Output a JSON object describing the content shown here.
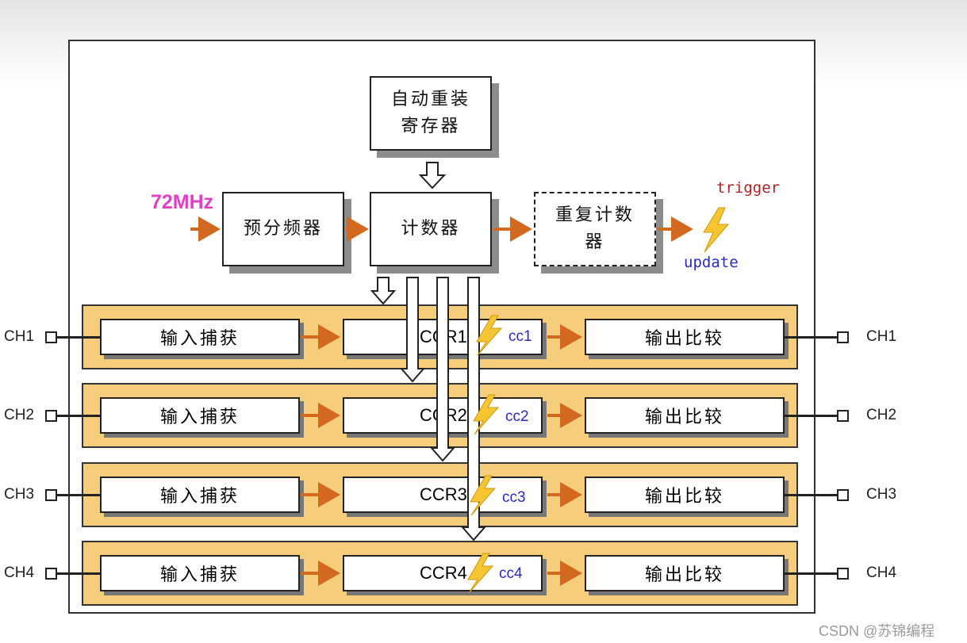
{
  "source_freq": "72MHz",
  "blocks": {
    "reload_line1": "自动重装",
    "reload_line2": "寄存器",
    "prescaler": "预分频器",
    "counter": "计数器",
    "repeat_line1": "重复计数",
    "repeat_line2": "器"
  },
  "trigger_label": "trigger",
  "update_label": "update",
  "channels": [
    {
      "left": "CH1",
      "input": "输入捕获",
      "ccr": "CCR1",
      "cc": "cc1",
      "output": "输出比较",
      "right": "CH1"
    },
    {
      "left": "CH2",
      "input": "输入捕获",
      "ccr": "CCR2",
      "cc": "cc2",
      "output": "输出比较",
      "right": "CH2"
    },
    {
      "left": "CH3",
      "input": "输入捕获",
      "ccr": "CCR3",
      "cc": "cc3",
      "output": "输出比较",
      "right": "CH3"
    },
    {
      "left": "CH4",
      "input": "输入捕获",
      "ccr": "CCR4",
      "cc": "cc4",
      "output": "输出比较",
      "right": "CH4"
    }
  ],
  "watermark": "CSDN @苏锦编程",
  "colors": {
    "arrow": "#d2691e",
    "channel_bg": "#f6cd7a",
    "lightning": "#f7c531",
    "freq": "#e040c8",
    "trigger": "#b22222",
    "update": "#2a2abf"
  }
}
